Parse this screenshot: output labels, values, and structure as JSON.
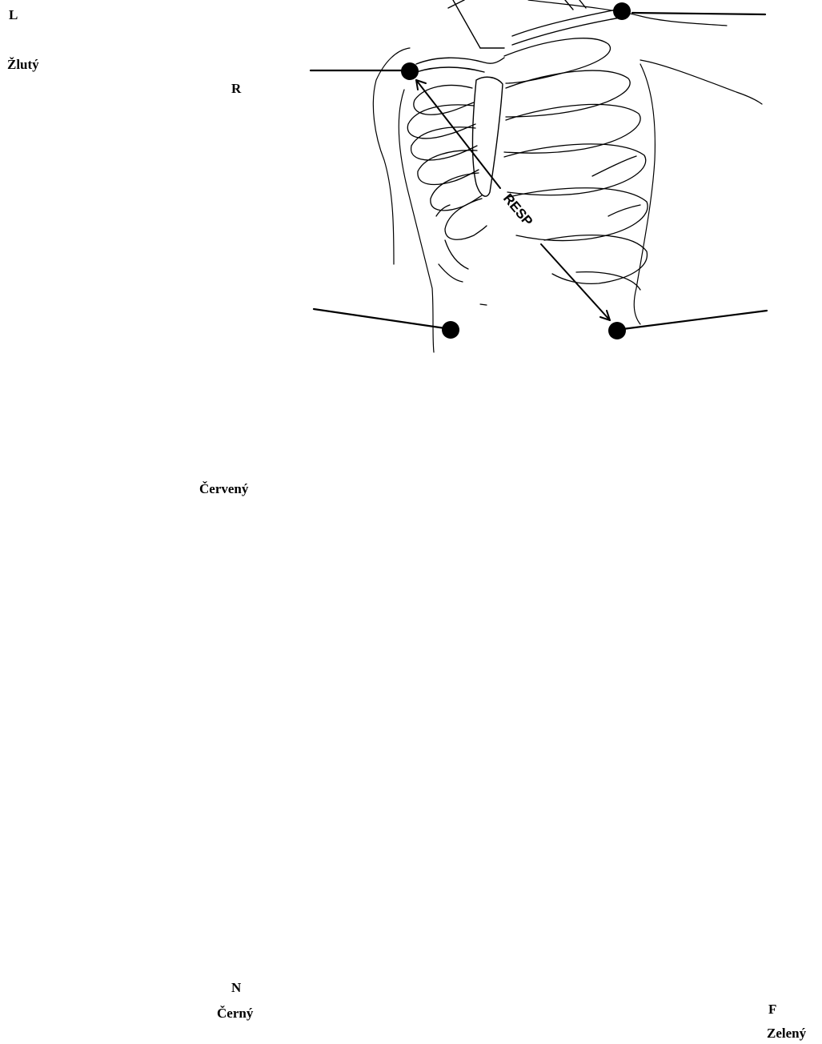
{
  "labels": {
    "l_letter": "L",
    "l_color": "Žlutý",
    "r_letter": "R",
    "r_color": "Červený",
    "n_letter": "N",
    "n_color": "Černý",
    "f_letter": "F",
    "f_color": "Zelený"
  },
  "diagram": {
    "resp_label": "RESP",
    "electrode_color": "#000000",
    "line_color": "#000000"
  }
}
